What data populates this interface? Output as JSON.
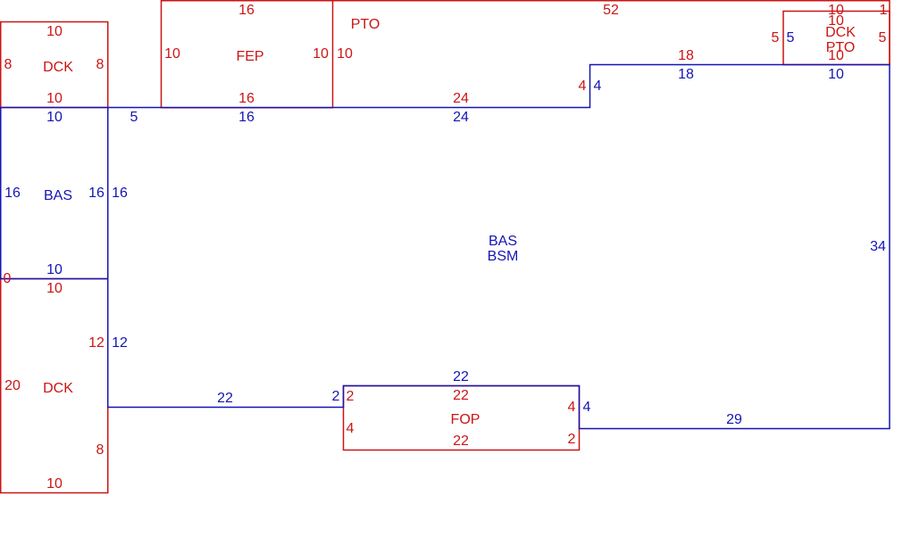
{
  "colors": {
    "red": "#cc1414",
    "blue": "#1414b4",
    "background": "#ffffff"
  },
  "areas": {
    "bas_bsm": {
      "code1": "BAS",
      "code2": "BSM"
    },
    "bas_left": {
      "code": "BAS"
    },
    "dck_top_left": {
      "code": "DCK"
    },
    "dck_bottom_left": {
      "code": "DCK"
    },
    "fep": {
      "code": "FEP"
    },
    "pto": {
      "code": "PTO"
    },
    "dck_pto_corner": {
      "code1": "DCK",
      "code2": "PTO"
    },
    "fop": {
      "code": "FOP"
    }
  },
  "dimensions": {
    "dck_top_left_top": "10",
    "dck_top_left_left": "8",
    "dck_top_left_right": "8",
    "dck_top_left_bottom": "10",
    "fep_top": "16",
    "fep_left": "10",
    "fep_right_inner": "10",
    "fep_right_outer": "10",
    "fep_bottom": "16",
    "pto_top": "52",
    "pto_bottom": "24",
    "pto_step_red": "4",
    "corner_top_a": "10",
    "corner_top_b": "10",
    "corner_top_right": "1",
    "corner_left_red": "5",
    "corner_left_blue": "5",
    "corner_right": "5",
    "corner_bottom_red": "10",
    "corner_step_red": "18",
    "bas_left_top": "10",
    "bas_left_left": "16",
    "bas_left_right_a": "16",
    "bas_left_right_b": "16",
    "bas_left_bottom": "10",
    "bsm_top_a": "5",
    "bsm_top_fep": "16",
    "bsm_top_pto": "24",
    "bsm_step_blue": "4",
    "bsm_top_step": "18",
    "bsm_top_corner": "10",
    "bsm_right": "34",
    "bsm_left_lower": "12",
    "bsm_bottom_left": "22",
    "bsm_fop_left_step": "2",
    "bsm_fop_top": "22",
    "bsm_fop_right_step": "4",
    "bsm_bottom_right": "29",
    "dck_bottom_left_left_zero": "0",
    "dck_bottom_left_top": "10",
    "dck_bottom_left_right_a": "12",
    "dck_bottom_left_left": "20",
    "dck_bottom_left_right_b": "8",
    "dck_bottom_left_bottom": "10",
    "fop_left_step": "2",
    "fop_top": "22",
    "fop_right_step": "4",
    "fop_left": "4",
    "fop_right": "2",
    "fop_bottom": "22"
  }
}
